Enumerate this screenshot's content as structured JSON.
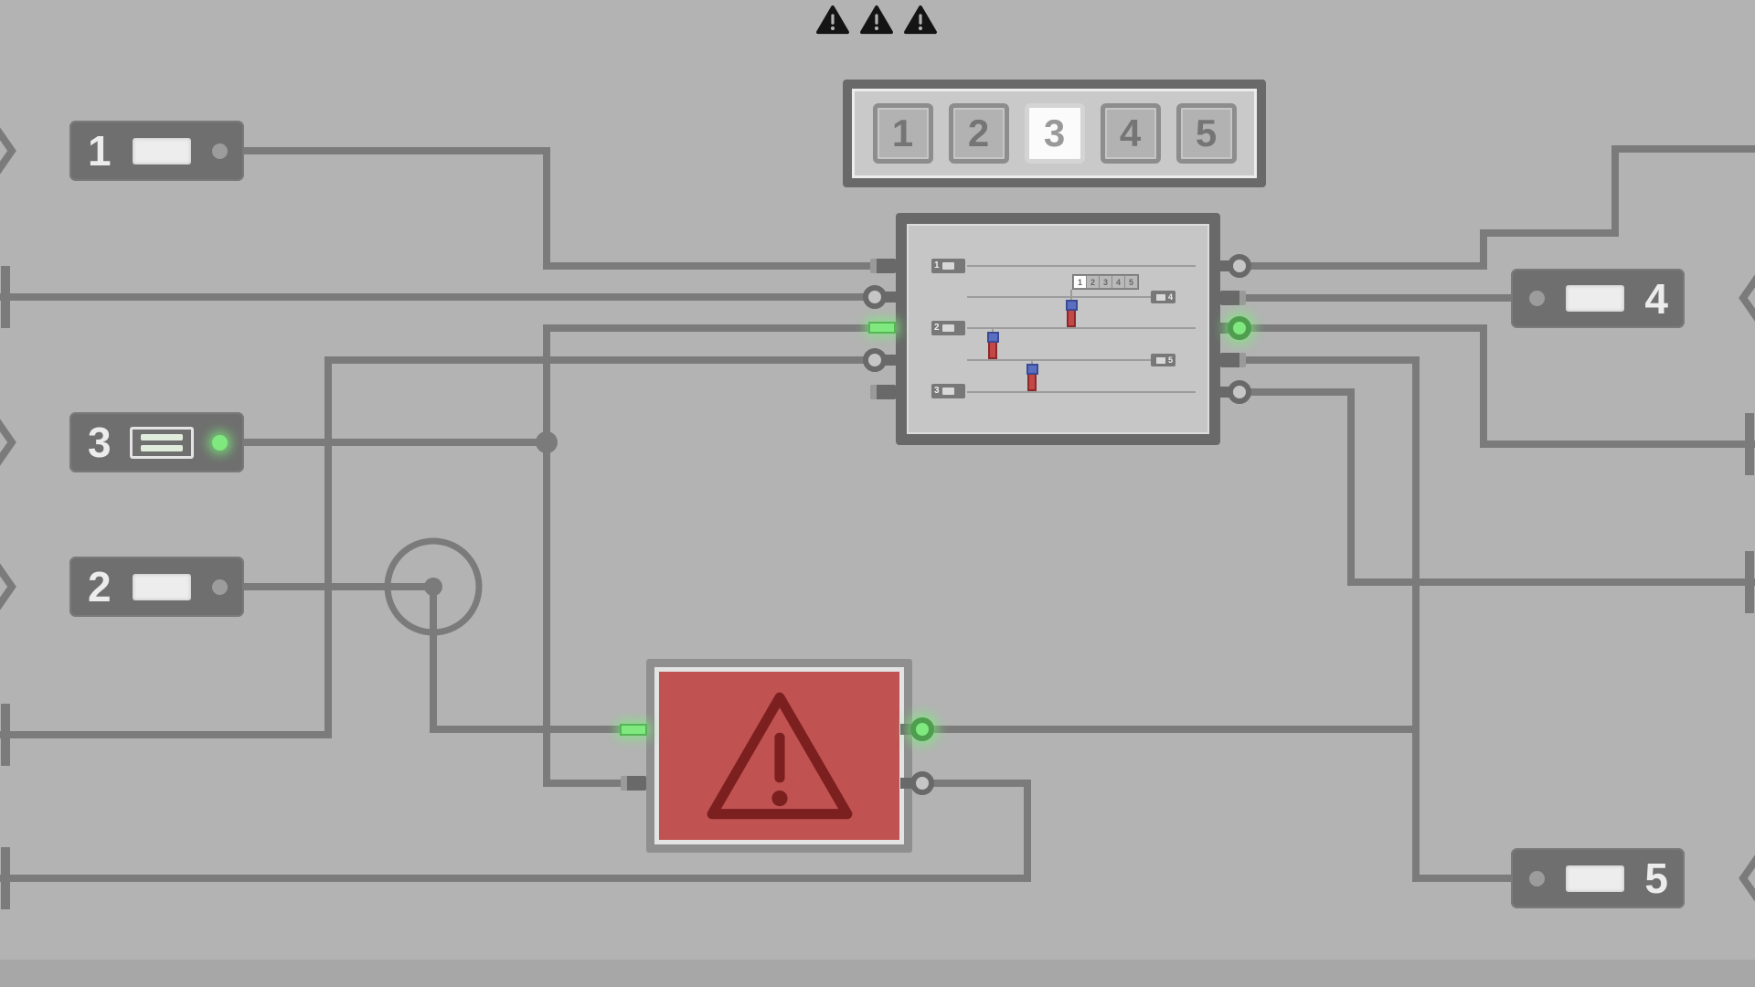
{
  "alerts": {
    "icons": [
      "warning-triangle",
      "warning-triangle",
      "warning-triangle"
    ],
    "count": 3
  },
  "selector": {
    "labels": [
      "1",
      "2",
      "3",
      "4",
      "5"
    ],
    "selected": "3"
  },
  "terminals": {
    "t1": {
      "label": "1",
      "socket": "empty"
    },
    "t2": {
      "label": "2",
      "socket": "empty"
    },
    "t3": {
      "label": "3",
      "socket": "fuse-inserted",
      "led": "on"
    },
    "t4": {
      "label": "4",
      "socket": "empty"
    },
    "t5": {
      "label": "5",
      "socket": "empty"
    }
  },
  "module": {
    "mini_terminals": [
      "1",
      "2",
      "3"
    ],
    "mini_ports": [
      "4",
      "5"
    ],
    "mini_selector": {
      "labels": [
        "1",
        "2",
        "3",
        "4",
        "5"
      ],
      "selected": "1"
    },
    "fuse_count": 3,
    "indicators": {
      "left_output": "on",
      "right_output": "on"
    }
  },
  "alarm": {
    "icon": "warning-triangle",
    "indicators": {
      "left": "on",
      "right": "on"
    }
  },
  "colors": {
    "background": "#b3b3b3",
    "wire": "#7b7b7b",
    "panel": "#696969",
    "green_indicator": "#7fe87f",
    "alarm_red": "#c05252",
    "alarm_triangle": "#7c1f1f",
    "fuse_blue": "#5b6fc0",
    "fuse_red": "#c24848",
    "selected_button_bg": "#fbfbfb"
  }
}
